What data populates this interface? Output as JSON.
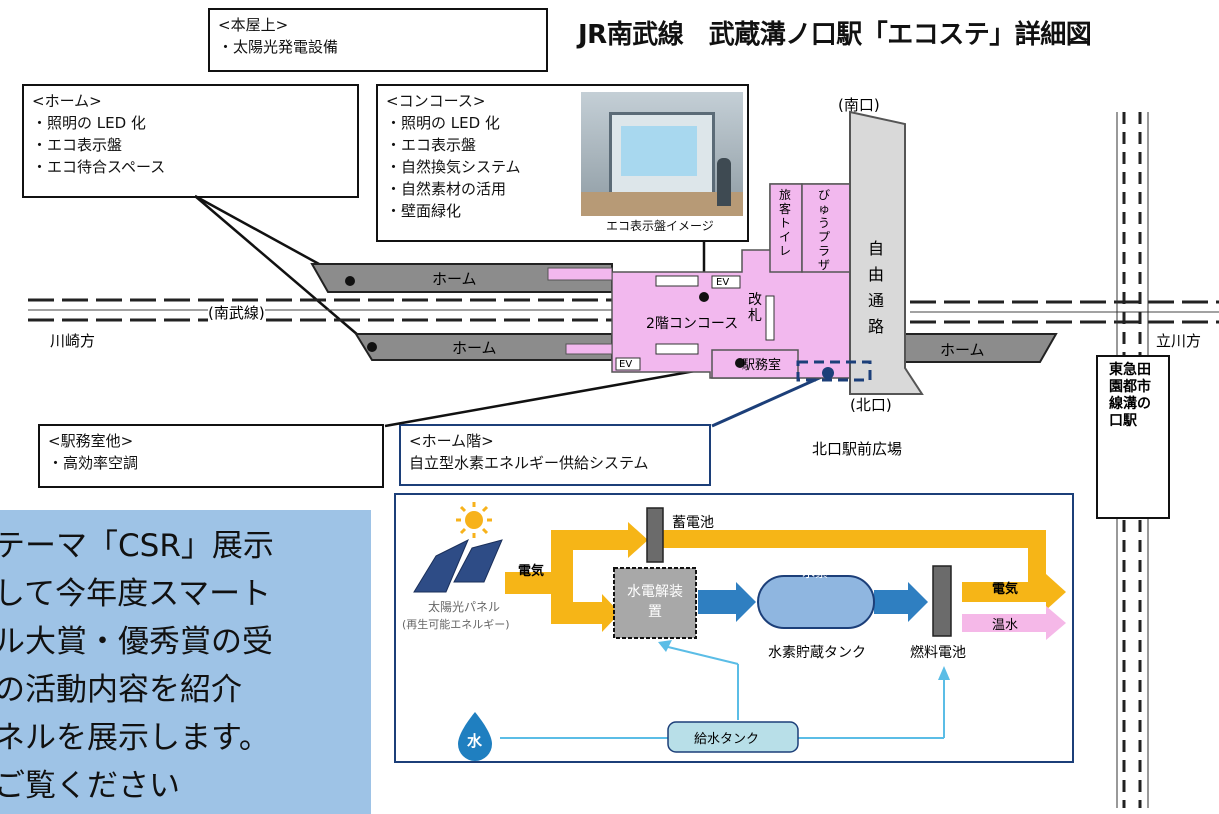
{
  "title": "JR南武線　武蔵溝ノ口駅「エコステ」詳細図",
  "boxes": {
    "roof": {
      "heading": "<本屋上>",
      "items": [
        "・太陽光発電設備"
      ]
    },
    "home": {
      "heading": "<ホーム>",
      "items": [
        "・照明の LED 化",
        "・エコ表示盤",
        "・エコ待合スペース"
      ]
    },
    "concourse": {
      "heading": "<コンコース>",
      "items": [
        "・照明の LED 化",
        "・エコ表示盤",
        "・自然換気システム",
        "・自然素材の活用",
        "・壁面緑化"
      ],
      "photo_caption": "エコ表示盤イメージ"
    },
    "office": {
      "heading": "<駅務室他>",
      "items": [
        "・高効率空調"
      ]
    },
    "home_floor": {
      "heading": "<ホーム階>",
      "items": [
        "自立型水素エネルギー供給システム"
      ]
    }
  },
  "map": {
    "platform_upper": "ホーム",
    "platform_lower": "ホーム",
    "platform_right": "ホーム",
    "line_name": "(南武線)",
    "kawasaki": "川崎方",
    "tachikawa": "立川方",
    "concourse": "2階コンコース",
    "ticket_gate": "改札",
    "restroom": "旅客トイレ",
    "view_plaza": "びゅうプラザ",
    "free_passage": "自由通路",
    "station_office": "駅務室",
    "ev1": "EV",
    "ev2": "EV",
    "south_exit": "(南口)",
    "north_exit": "(北口)",
    "north_plaza": "北口駅前広場",
    "tokyu_station": "東急田園都市線溝の口駅"
  },
  "hydrogen": {
    "battery": "蓄電池",
    "electricity_in": "電気",
    "solar_panel": "太陽光パネル",
    "renewable": "(再生可能エネルギー)",
    "electrolyzer": "水電解装置",
    "hydrogen": "水素",
    "tank": "水素貯蔵タンク",
    "fuel_cell": "燃料電池",
    "electricity_out": "電気",
    "hot_water": "温水",
    "water": "水",
    "water_tank": "給水タンク"
  },
  "side_panel": {
    "lines": [
      "テーマ「CSR」展示",
      "して今年度スマート",
      "ル大賞・優秀賞の受",
      "の活動内容を紹介",
      "ネルを展示します。",
      "ご覧ください"
    ]
  }
}
